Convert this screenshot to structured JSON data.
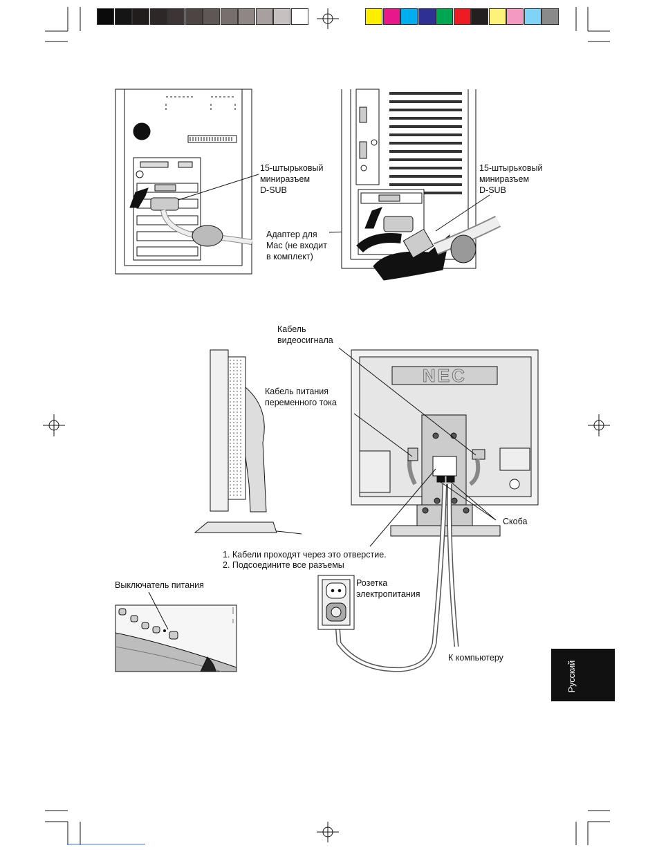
{
  "labels": {
    "connector_left": [
      "15-штырьковый",
      "миниразъем",
      "D-SUB"
    ],
    "connector_right": [
      "15-штырьковый",
      "миниразъем",
      "D-SUB"
    ],
    "mac_adapter": [
      "Адаптер для",
      "Mac (не входит",
      "в комплект)"
    ],
    "video_cable": [
      "Кабель",
      "видеосигнала"
    ],
    "power_cable": [
      "Кабель питания",
      "переменного тока"
    ],
    "clip": "Скоба",
    "step_1": "1. Кабели проходят через это отверстие.",
    "step_2": "2. Подсоедините все разъемы",
    "power_switch": "Выключатель питания",
    "outlet": [
      "Розетка",
      "электропитания"
    ],
    "to_computer": "К компьютеру",
    "language_tab": "Русский",
    "brand": "NEC"
  },
  "print_marks": {
    "gray_ramp": [
      "#0b0b0b",
      "#151515",
      "#221d1d",
      "#2e2727",
      "#3d3535",
      "#4d4444",
      "#5f5656",
      "#776e6e",
      "#8f8686",
      "#a89f9f",
      "#c7c0c0",
      "#ffffff"
    ],
    "color_bar": [
      "#ffee00",
      "#e8178a",
      "#00aeef",
      "#2e3192",
      "#00a651",
      "#ed1c24",
      "#231f20",
      "#fff27a",
      "#f49ac1",
      "#7fd3f7",
      "#8a8a8a"
    ]
  }
}
